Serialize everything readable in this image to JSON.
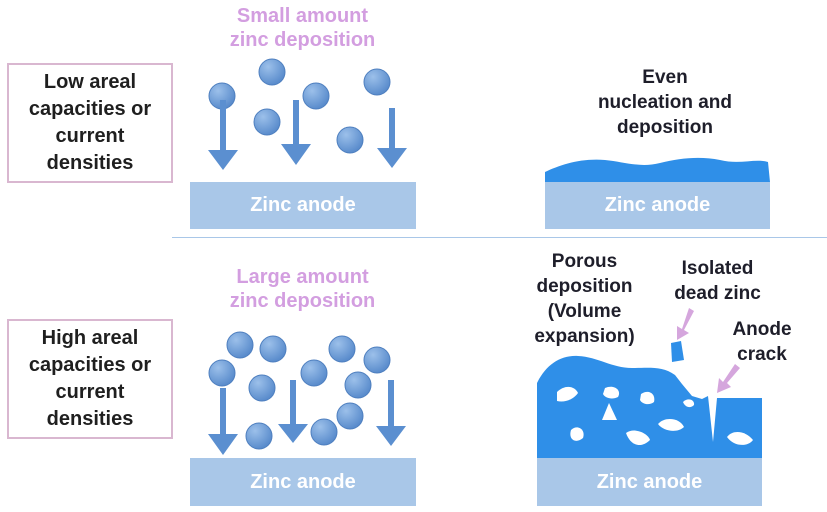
{
  "left_labels": {
    "low": "Low areal\ncapacities or\ncurrent\ndensities",
    "high": "High areal\ncapacities or\ncurrent\ndensities"
  },
  "top": {
    "deposition_title": "Small amount\nzinc deposition",
    "result_caption": "Even\nnucleation and\ndeposition",
    "anode_left": "Zinc anode",
    "anode_right": "Zinc anode"
  },
  "bottom": {
    "deposition_title": "Large amount\nzinc deposition",
    "porous_caption": "Porous\ndeposition\n(Volume\nexpansion)",
    "isolated_caption": "Isolated\ndead zinc",
    "crack_caption": "Anode\ncrack",
    "anode_left": "Zinc anode",
    "anode_right": "Zinc anode"
  },
  "colors": {
    "ion": "#6b9bd6",
    "arrow": "#5b8fd0",
    "deposit": "#2f8fe8",
    "anode": "#a9c7e8",
    "box_border": "#d9b7d0",
    "highlight": "#d39ee0"
  },
  "icons": [
    "zinc-ion-icon",
    "down-arrow-icon",
    "pointer-arrow-icon"
  ]
}
